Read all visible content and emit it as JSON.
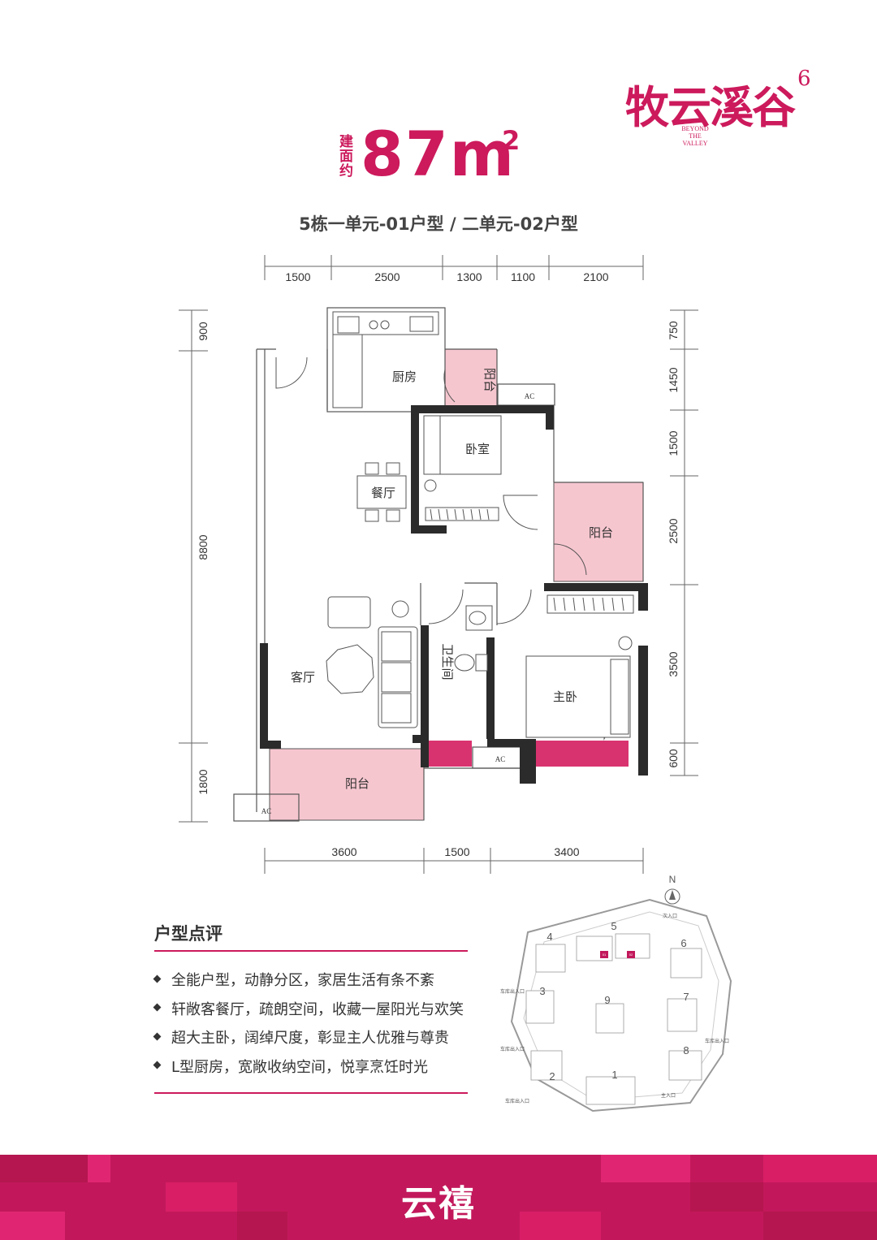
{
  "brand": {
    "name": "牧云溪谷",
    "superscript": "6",
    "subtitle": [
      "BEYOND",
      "THE",
      "VALLEY"
    ]
  },
  "area": {
    "prefix": "建面约",
    "value": "87m",
    "unit_superscript": "2"
  },
  "unit_title": "5栋一单元-01户型 / 二单元-02户型",
  "dimensions": {
    "top": [
      "1500",
      "2500",
      "1300",
      "1100",
      "2100"
    ],
    "bottom": [
      "3600",
      "1500",
      "3400"
    ],
    "left": [
      "900",
      "8800",
      "1800"
    ],
    "right": [
      "750",
      "1450",
      "1500",
      "2500",
      "3500",
      "600"
    ]
  },
  "rooms": {
    "kitchen": "厨房",
    "balcony_small": "阳台",
    "bedroom": "卧室",
    "dining": "餐厅",
    "balcony_right": "阳台",
    "bathroom": "卫生间",
    "living": "客厅",
    "master": "主卧",
    "balcony_bottom": "阳台",
    "ac": "AC"
  },
  "review": {
    "title": "户型点评",
    "items": [
      "全能户型，动静分区，家居生活有条不紊",
      "轩敞客餐厅，疏朗空间，收藏一屋阳光与欢笑",
      "超大主卧，阔绰尺度，彰显主人优雅与尊贵",
      "L型厨房，宽敞收纳空间，悦享烹饪时光"
    ]
  },
  "site_plan": {
    "north": "N",
    "buildings": [
      "1",
      "2",
      "3",
      "4",
      "5",
      "6",
      "7",
      "8",
      "9"
    ],
    "highlight_units": [
      "01",
      "02"
    ],
    "entrances": [
      "次入口",
      "车库出入口",
      "车库出入口",
      "车库出入口",
      "主入口",
      "车库出入口"
    ]
  },
  "footer": {
    "brand": "云禧"
  },
  "colors": {
    "accent": "#cc1a5c",
    "balcony": "#f6c6cf",
    "wall": "#2b2b2b",
    "footer": "#c2185b"
  }
}
